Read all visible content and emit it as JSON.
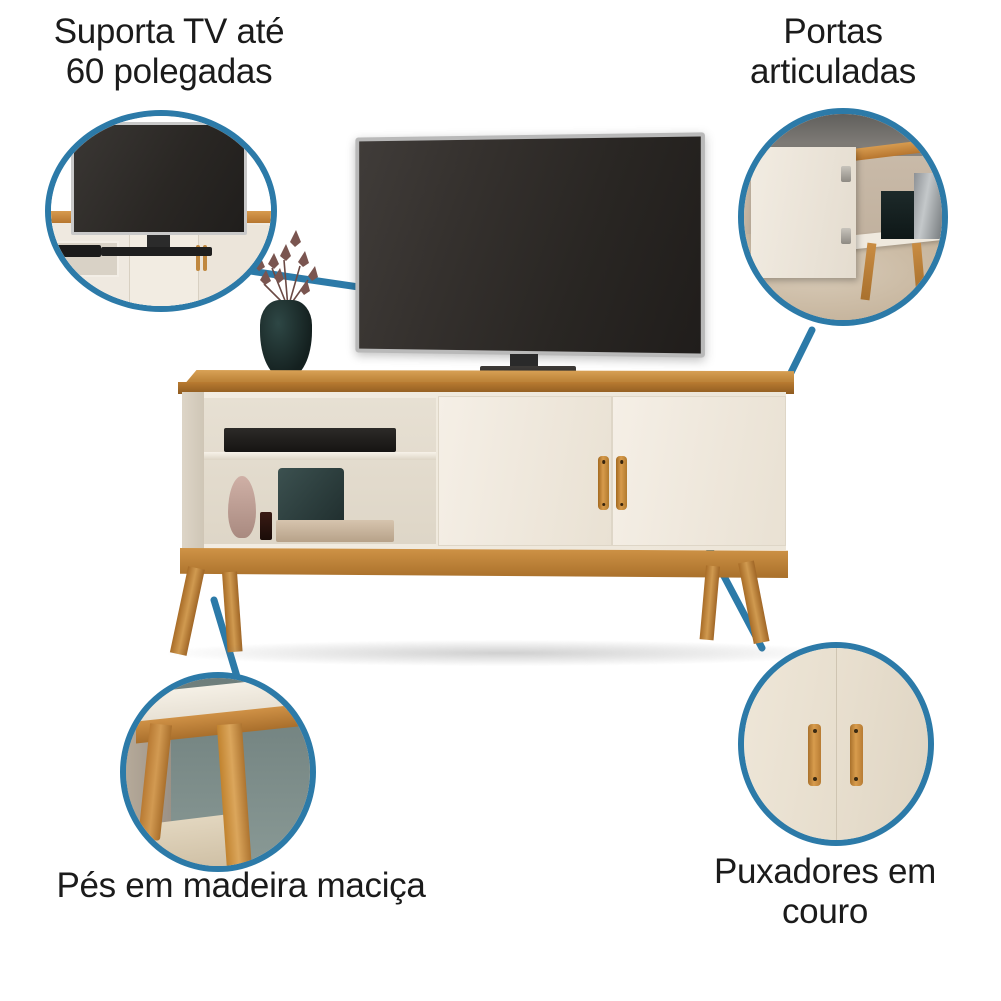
{
  "page": {
    "title": "Rack para TV - destaques do produto",
    "background": "#ffffff",
    "accent_blue": "#2c7aa8",
    "wood_color": "#c08a43",
    "panel_color": "#f0e9dd",
    "leather_color": "#c8924a"
  },
  "callouts": [
    {
      "id": "tv-support",
      "label": "Suporta TV até\n60 polegadas",
      "position": "top-left",
      "image_alt": "TV de tela plana apoiada sobre o rack",
      "ring_color": "#2c7aa8"
    },
    {
      "id": "hinged-doors",
      "label": "Portas\narticuladas",
      "position": "top-right",
      "image_alt": "Porta aberta mostrando dobradiças e interior do rack",
      "ring_color": "#2c7aa8"
    },
    {
      "id": "solid-wood-feet",
      "label": "Pés em madeira maciça",
      "position": "bottom-left",
      "image_alt": "Detalhe dos pés de madeira maciça inclinados",
      "ring_color": "#2c7aa8"
    },
    {
      "id": "leather-handles",
      "label": "Puxadores em\ncouro",
      "position": "bottom-right",
      "image_alt": "Dois puxadores de couro nas portas do rack",
      "ring_color": "#2c7aa8"
    }
  ],
  "product": {
    "name": "Rack para TV",
    "alt": "Rack de madeira com duas portas bege, nicho aberto, TV, vaso e objetos decorativos",
    "parts": {
      "tv": "Televisor de tela plana",
      "vase": "Vaso decorativo com flores secas",
      "top_shelf_item": "Aparelho de DVD / receptor",
      "niche_items": "Máscara decorativa, escultura e livros",
      "doors": "Duas portas articuladas",
      "handles": "Puxadores em couro",
      "legs": "Pés em madeira maciça"
    }
  },
  "icons": {
    "leader_line": "leader-line",
    "callout_ring": "callout-ring"
  }
}
